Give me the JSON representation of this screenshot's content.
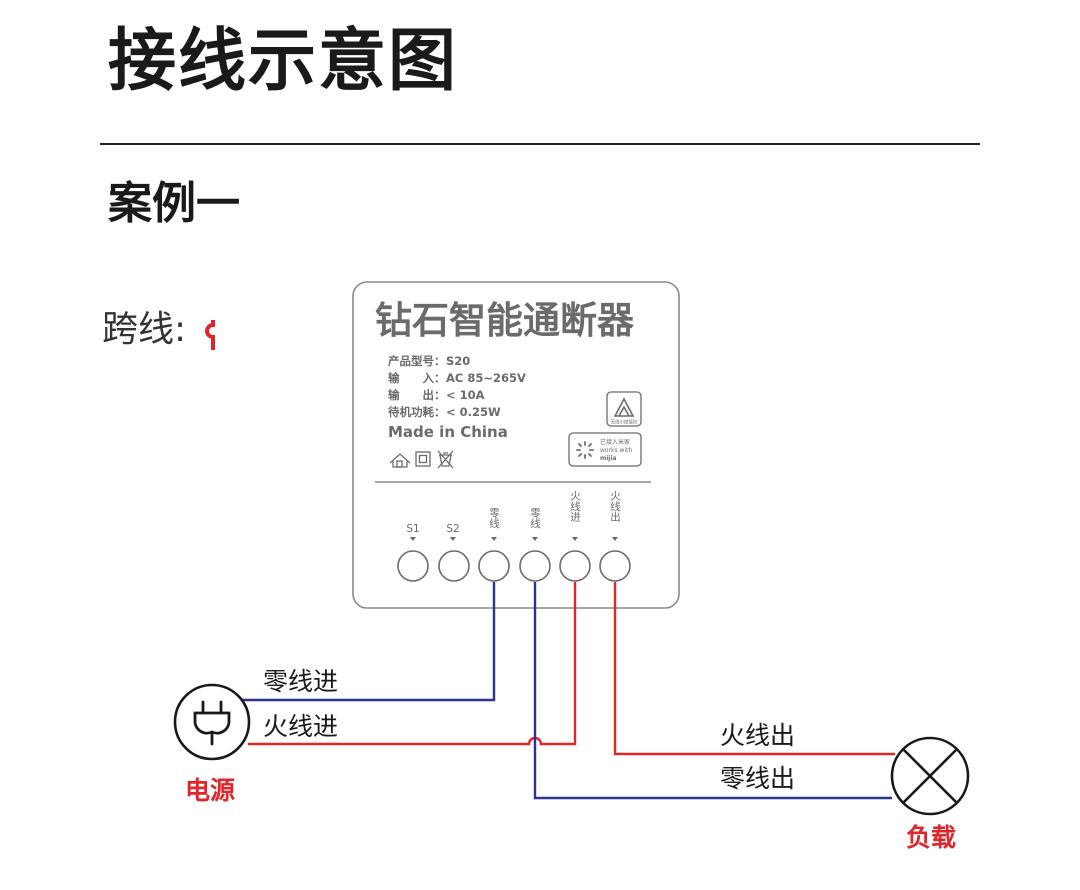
{
  "page": {
    "title": "接线示意图",
    "case_title": "案例一",
    "crossing_label": "跨线:"
  },
  "device": {
    "name": "钻石智能通断器",
    "specs": [
      {
        "label": "产品型号：",
        "value": "S20"
      },
      {
        "label": "输　　入：",
        "value": "AC 85~265V"
      },
      {
        "label": "输　　出：",
        "value": "< 10A"
      },
      {
        "label": "待机功耗：",
        "value": "< 0.25W"
      }
    ],
    "made_in": "Made in China",
    "certifications": {
      "home_logo_text": "无线小度接控",
      "mijia_line1": "已接入米家",
      "mijia_line2": "works with",
      "mijia_line3": "mijia"
    },
    "terminals": [
      {
        "id": "s1",
        "label": "S1"
      },
      {
        "id": "s2",
        "label": "S2"
      },
      {
        "id": "n1",
        "label": "零线"
      },
      {
        "id": "n2",
        "label": "零线"
      },
      {
        "id": "l_in",
        "label": "火线进"
      },
      {
        "id": "l_out",
        "label": "火线出"
      }
    ]
  },
  "wires": {
    "neutral_in": "零线进",
    "live_in": "火线进",
    "live_out": "火线出",
    "neutral_out": "零线出"
  },
  "endpoints": {
    "power": "电源",
    "load": "负载"
  },
  "colors": {
    "neutral": "#2b3590",
    "live": "#e0262b",
    "device_border": "#8a8a8a",
    "device_text": "#6b6b6b",
    "accent_red": "#e0262b"
  }
}
